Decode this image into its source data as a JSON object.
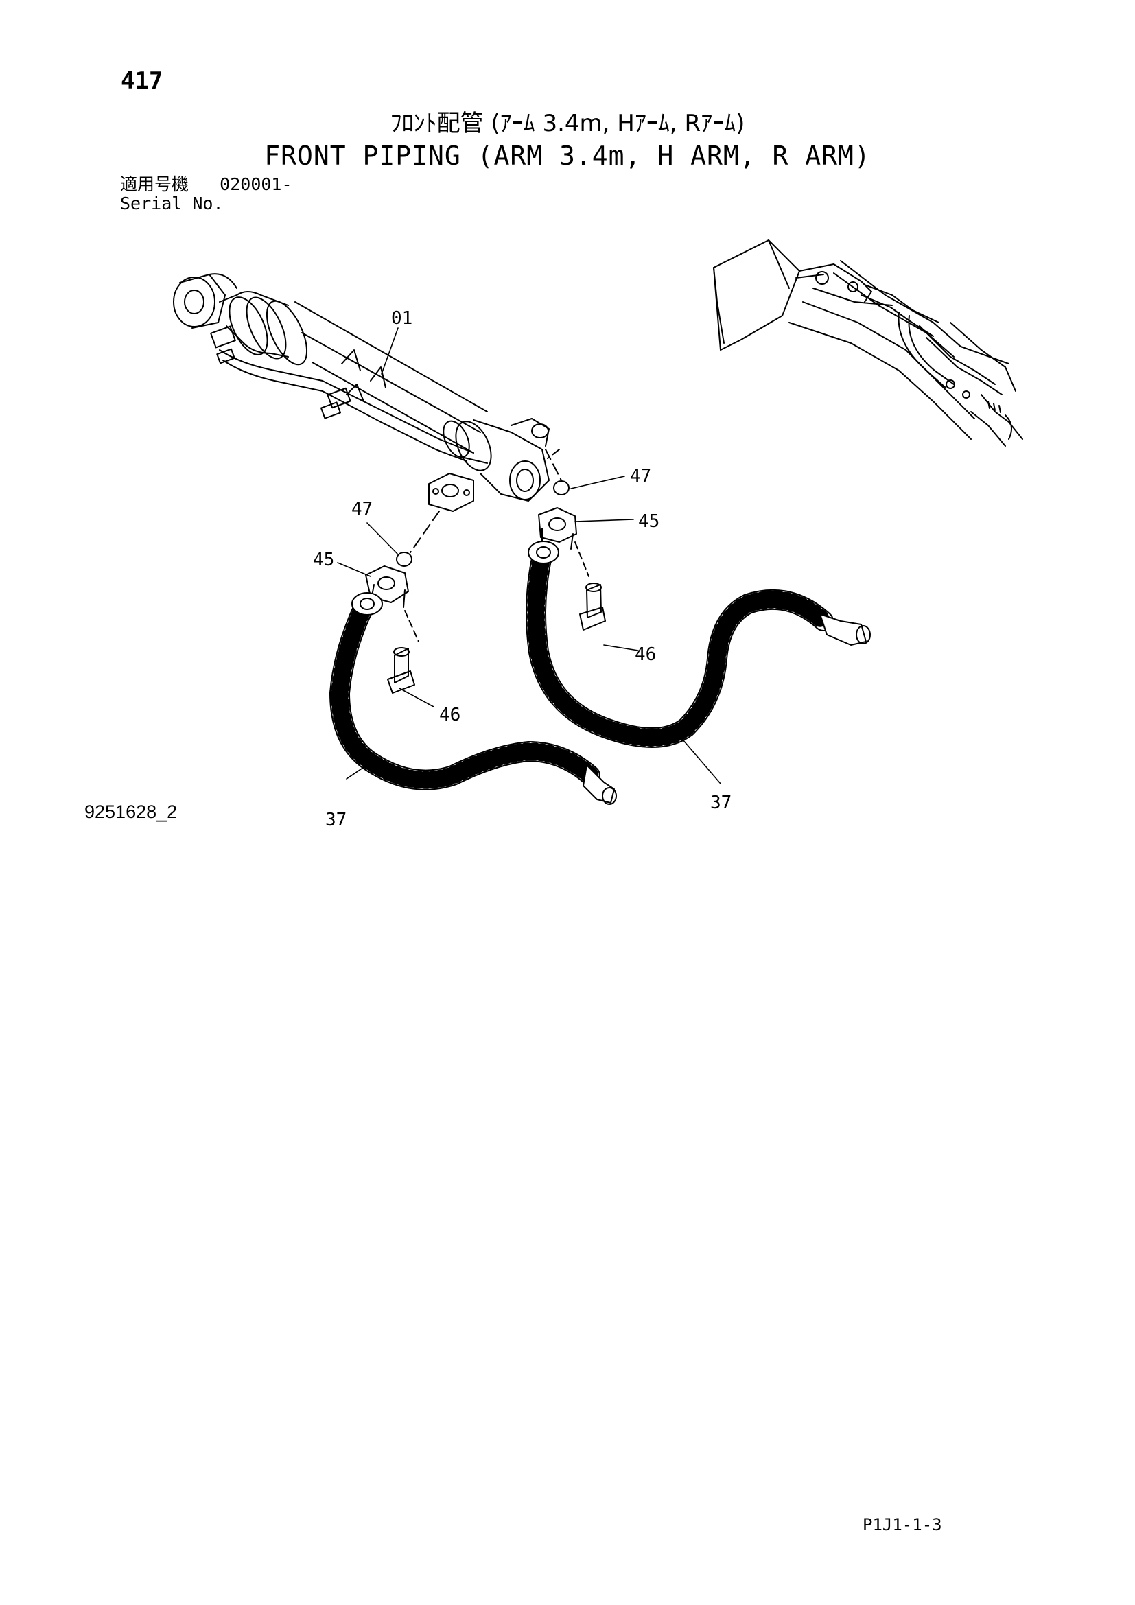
{
  "header": {
    "page_number": "417",
    "title_jp": "ﾌﾛﾝﾄ配管 (ｱｰﾑ 3.4m, Hｱｰﾑ, Rｱｰﾑ)",
    "title_en": "FRONT PIPING (ARM 3.4m, H ARM, R ARM)",
    "serial_label_jp": "適用号機",
    "serial_value": "020001-",
    "serial_label_en": "Serial No."
  },
  "diagram": {
    "callouts": [
      "01",
      "47",
      "45",
      "47",
      "45",
      "46",
      "46",
      "37",
      "37"
    ]
  },
  "footer": {
    "drawing_number": "9251628_2",
    "page_code": "P1J1-1-3"
  }
}
